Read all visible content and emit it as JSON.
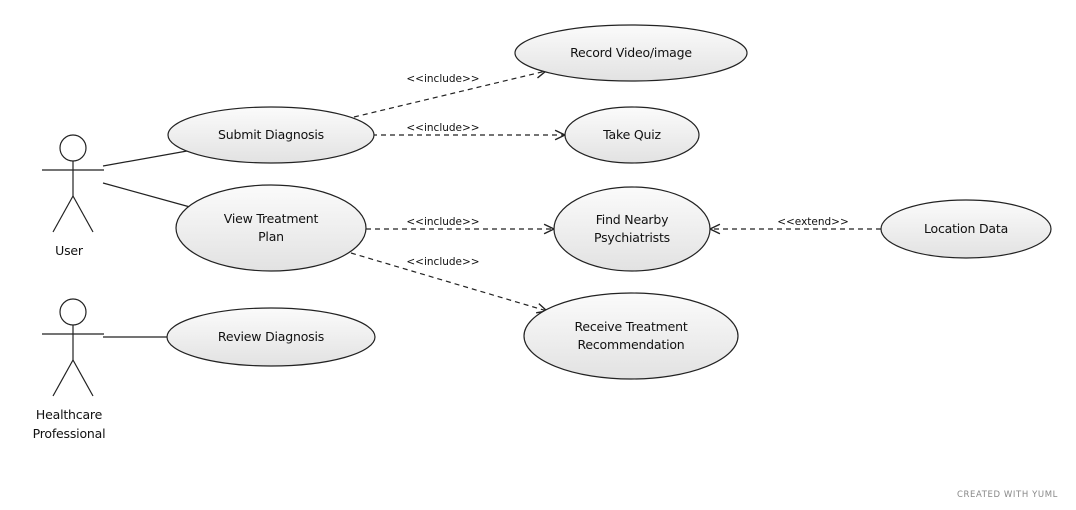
{
  "diagram": {
    "actors": [
      {
        "id": "user",
        "label_lines": [
          "User"
        ]
      },
      {
        "id": "healthcare",
        "label_lines": [
          "Healthcare",
          "Professional"
        ]
      }
    ],
    "use_cases": [
      {
        "id": "record",
        "label_lines": [
          "Record Video/image"
        ]
      },
      {
        "id": "submit",
        "label_lines": [
          "Submit Diagnosis"
        ]
      },
      {
        "id": "quiz",
        "label_lines": [
          "Take Quiz"
        ]
      },
      {
        "id": "view",
        "label_lines": [
          "View Treatment",
          "Plan"
        ]
      },
      {
        "id": "find",
        "label_lines": [
          "Find Nearby",
          "Psychiatrists"
        ]
      },
      {
        "id": "location",
        "label_lines": [
          "Location Data"
        ]
      },
      {
        "id": "receive",
        "label_lines": [
          "Receive Treatment",
          "Recommendation"
        ]
      },
      {
        "id": "review",
        "label_lines": [
          "Review Diagnosis"
        ]
      }
    ],
    "associations": [
      {
        "from": "user",
        "to": "submit"
      },
      {
        "from": "user",
        "to": "view"
      },
      {
        "from": "healthcare",
        "to": "review"
      }
    ],
    "relationships": [
      {
        "from": "submit",
        "to": "record",
        "stereotype": "<<include>>"
      },
      {
        "from": "submit",
        "to": "quiz",
        "stereotype": "<<include>>"
      },
      {
        "from": "view",
        "to": "find",
        "stereotype": "<<include>>"
      },
      {
        "from": "view",
        "to": "receive",
        "stereotype": "<<include>>"
      },
      {
        "from": "location",
        "to": "find",
        "stereotype": "<<extend>>"
      }
    ],
    "footer": "CREATED WITH YUML",
    "colors": {
      "ellipse_fill_light": "#fbfbfb",
      "ellipse_fill_dark": "#e2e2e2",
      "line": "#222222",
      "footer": "#888888"
    }
  }
}
